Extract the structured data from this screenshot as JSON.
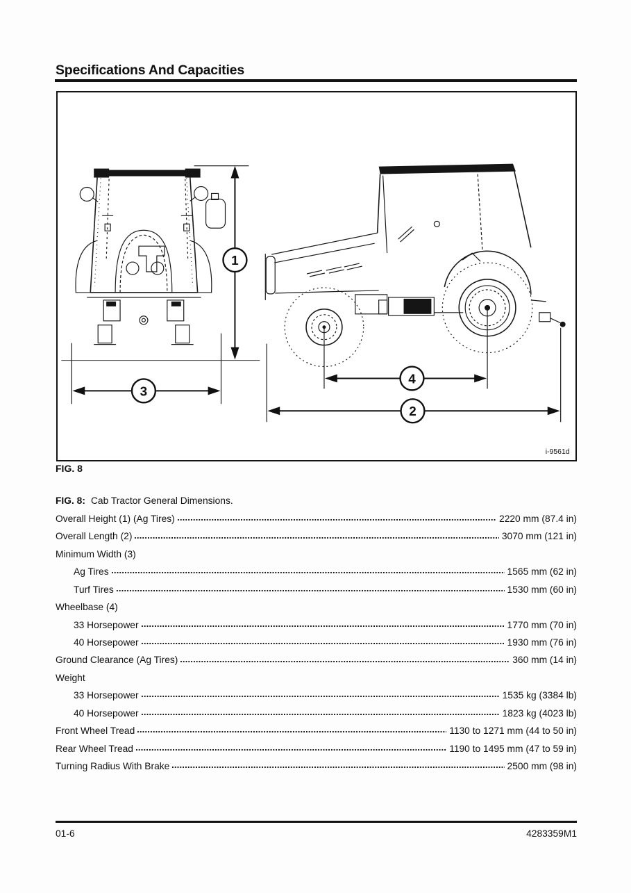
{
  "colors": {
    "ink": "#111111",
    "paper": "#fdfdfd"
  },
  "header": {
    "title": "Specifications And Capacities"
  },
  "figure": {
    "label": "FIG. 8",
    "ref_code": "i-9561d",
    "callouts": [
      "1",
      "2",
      "3",
      "4"
    ],
    "caption_prefix": "FIG. 8:",
    "caption_text": "Cab Tractor General Dimensions."
  },
  "specs": {
    "rows": [
      {
        "label": "Overall Height (1) (Ag Tires)",
        "value": "2220 mm (87.4 in)",
        "indent": 0
      },
      {
        "label": "Overall Length (2)",
        "value": "3070 mm (121 in)",
        "indent": 0
      },
      {
        "label": "Minimum Width (3)",
        "value": "",
        "indent": 0
      },
      {
        "label": "Ag Tires",
        "value": "1565 mm (62 in)",
        "indent": 1
      },
      {
        "label": "Turf Tires",
        "value": "1530 mm (60 in)",
        "indent": 1
      },
      {
        "label": "Wheelbase (4)",
        "value": "",
        "indent": 0
      },
      {
        "label": "33 Horsepower",
        "value": "1770 mm (70 in)",
        "indent": 1
      },
      {
        "label": "40 Horsepower",
        "value": "1930 mm (76 in)",
        "indent": 1
      },
      {
        "label": "Ground Clearance (Ag Tires)",
        "value": "360 mm (14 in)",
        "indent": 0
      },
      {
        "label": "Weight",
        "value": "",
        "indent": 0
      },
      {
        "label": "33 Horsepower",
        "value": "1535 kg (3384 lb)",
        "indent": 1
      },
      {
        "label": "40 Horsepower",
        "value": "1823 kg (4023 lb)",
        "indent": 1
      },
      {
        "label": "Front Wheel Tread",
        "value": "1130 to 1271 mm (44 to 50 in)",
        "indent": 0
      },
      {
        "label": "Rear Wheel Tread",
        "value": "1190 to 1495 mm (47 to 59 in)",
        "indent": 0
      },
      {
        "label": "Turning Radius With Brake",
        "value": "2500 mm (98 in)",
        "indent": 0
      }
    ]
  },
  "footer": {
    "page_number": "01-6",
    "document_number": "4283359M1"
  }
}
